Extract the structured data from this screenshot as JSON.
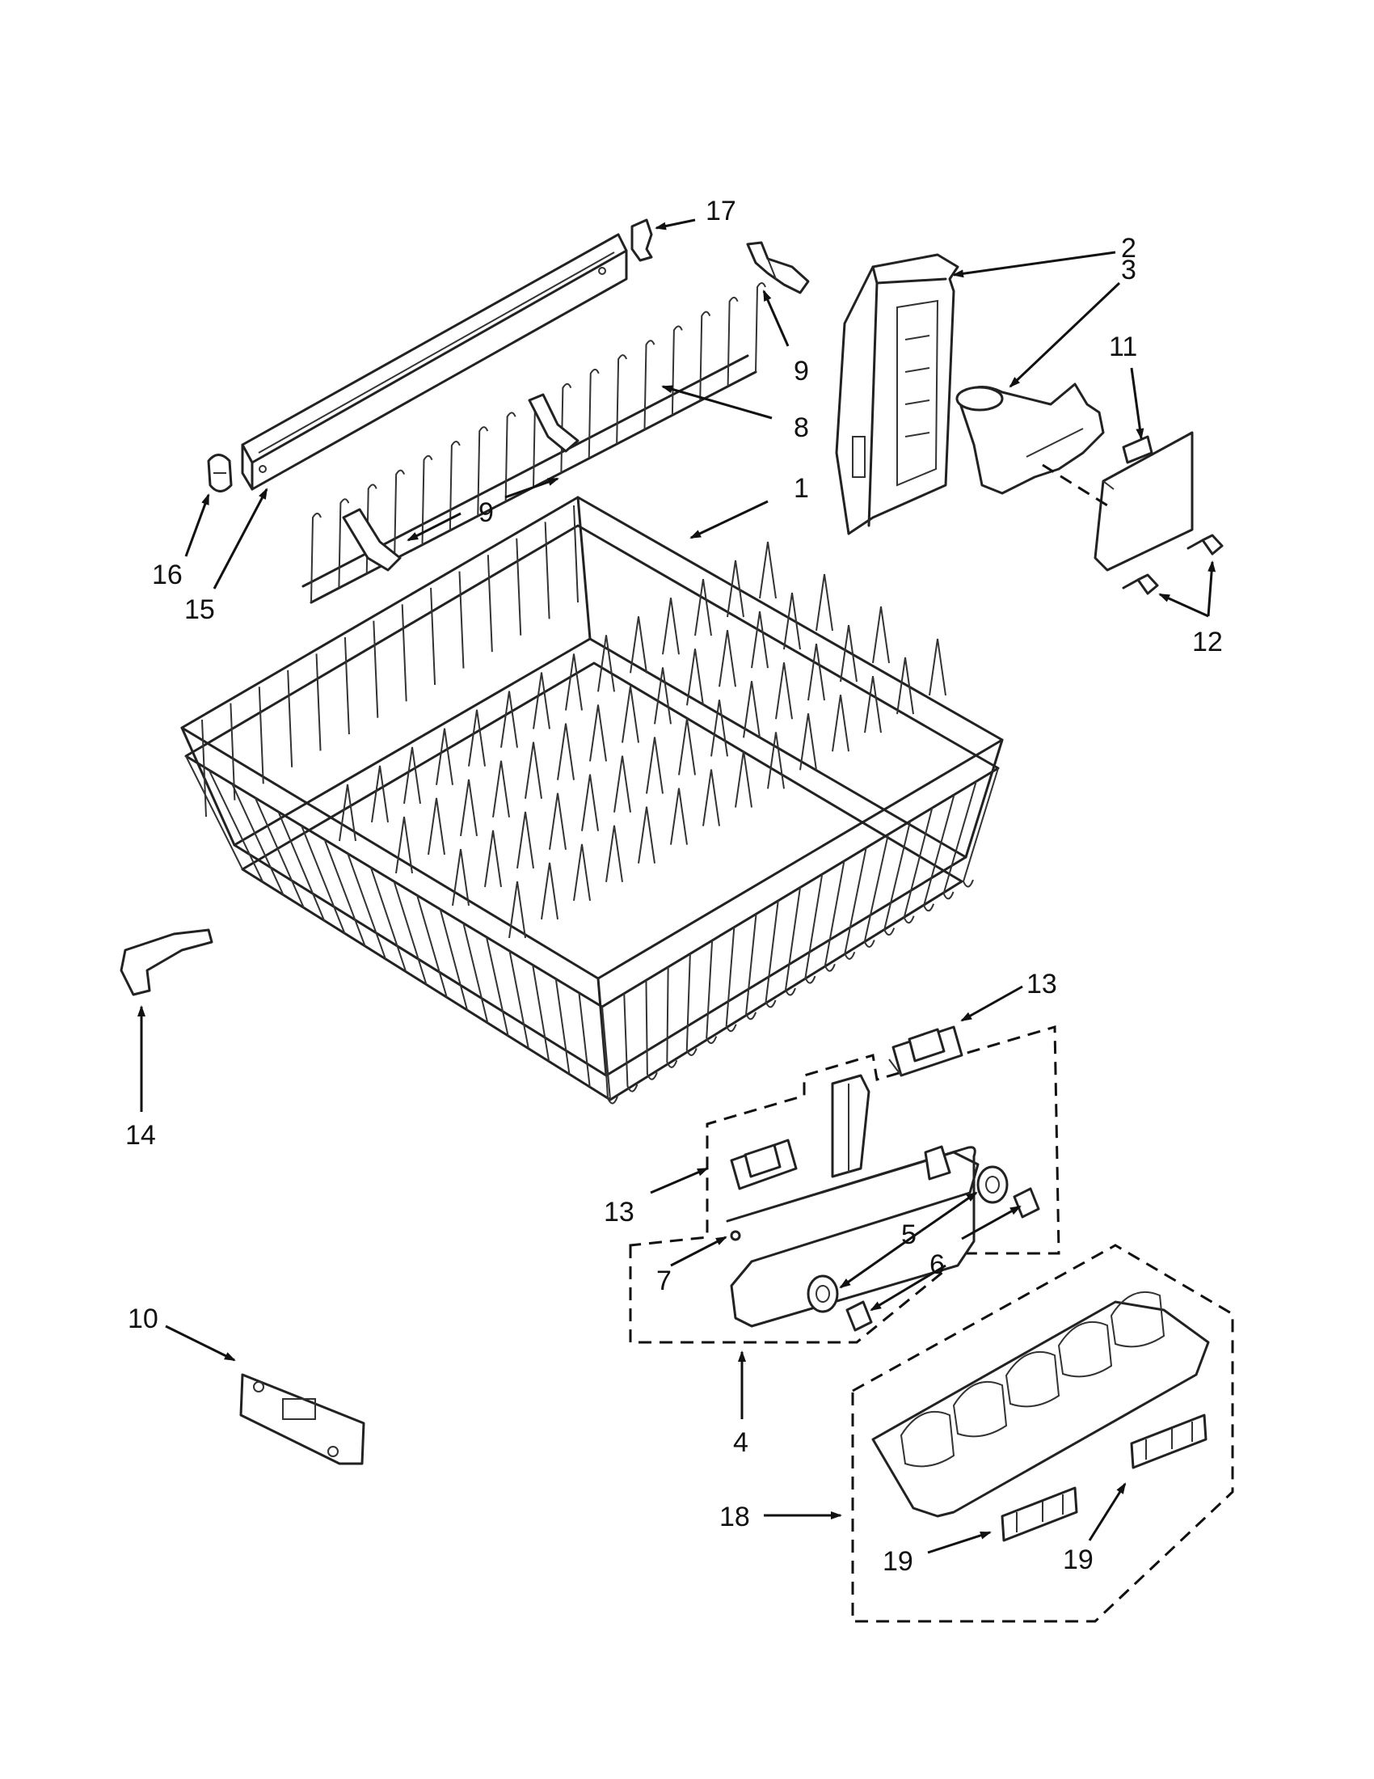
{
  "diagram": {
    "callouts": {
      "c1": "1",
      "c2": "2",
      "c3": "3",
      "c4": "4",
      "c5": "5",
      "c6": "6",
      "c7": "7",
      "c8": "8",
      "c9a": "9",
      "c9b": "9",
      "c10": "10",
      "c11": "11",
      "c12": "12",
      "c13a": "13",
      "c13b": "13",
      "c14": "14",
      "c15": "15",
      "c16": "16",
      "c17": "17",
      "c18": "18",
      "c19a": "19",
      "c19b": "19"
    }
  }
}
